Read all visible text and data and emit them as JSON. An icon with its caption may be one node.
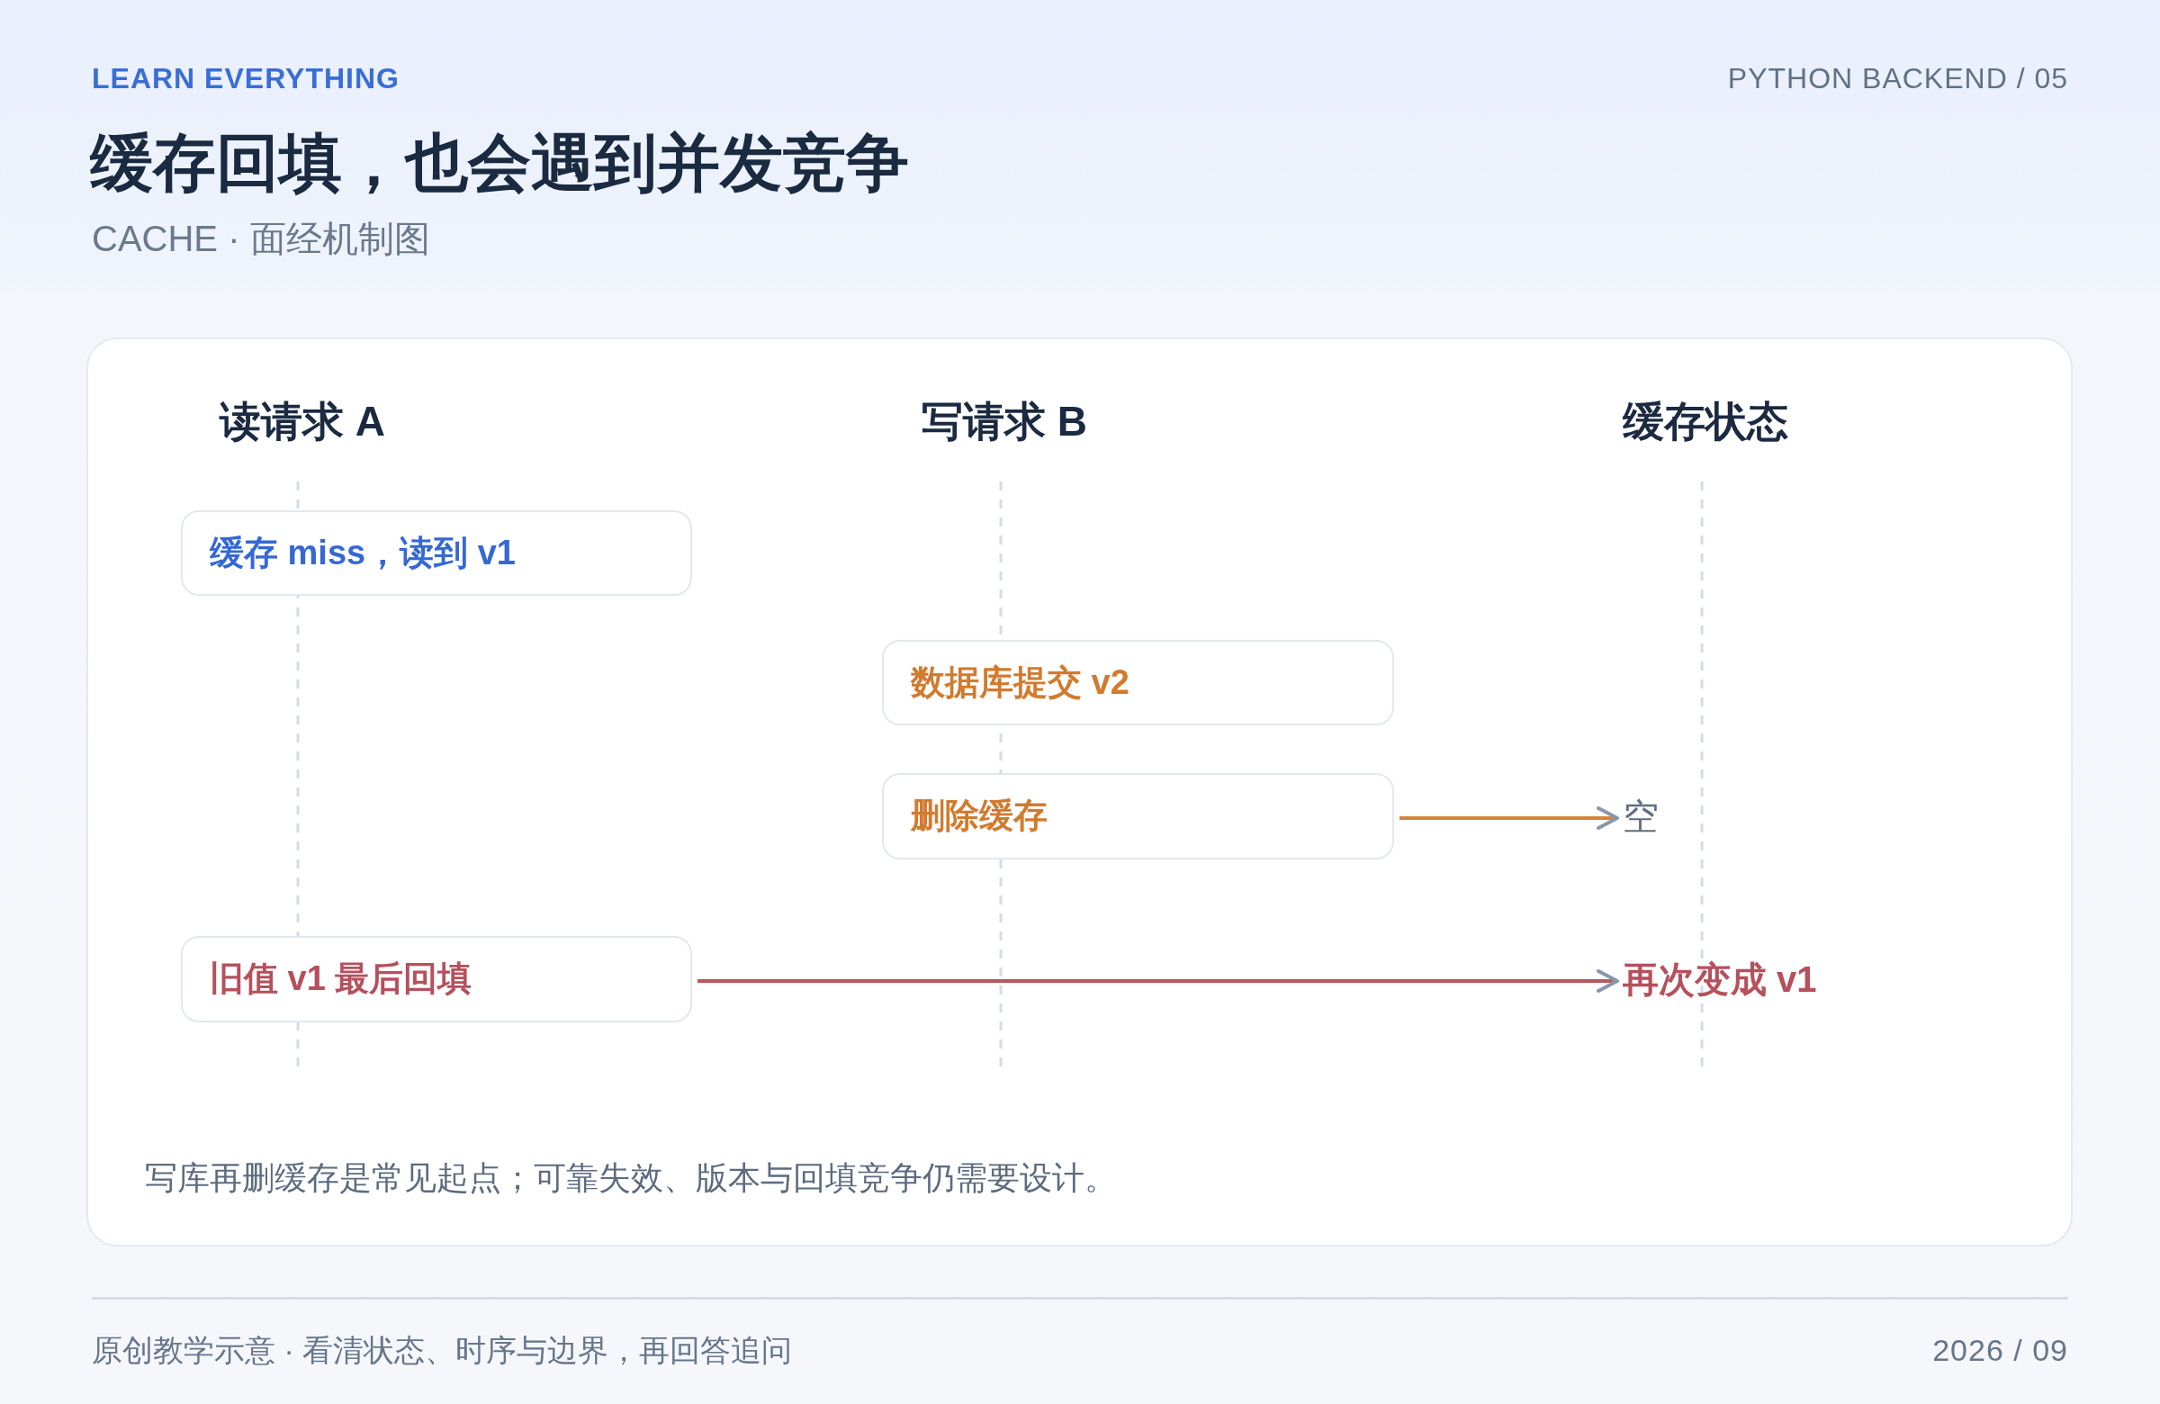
{
  "diagram": {
    "title": "缓存回填，也会遇到并发竞争",
    "nodes": [
      {
        "text": [
          "缓存 miss，读到 v1"
        ]
      },
      {
        "text": [
          "数据库提交 v2"
        ]
      },
      {
        "text": [
          "删除缓存"
        ]
      },
      {
        "text": [
          "空"
        ]
      },
      {
        "text": [
          "旧值 v1 最后回填"
        ]
      },
      {
        "text": [
          "再次变成 v1"
        ]
      }
    ],
    "edges": [
      {
        "from": 2,
        "to": 3,
        "arrow": "to",
        "color": "#d4843c"
      },
      {
        "from": 4,
        "to": 5,
        "arrow": "to",
        "color": "#b9565f"
      }
    ],
    "labels": [
      "LEARN EVERYTHING",
      "PYTHON BACKEND / 05",
      "CACHE · 面经机制图",
      "读请求 A",
      "写请求 B",
      "缓存状态",
      "写库再删缓存是常见起点；可靠失效、版本与回填竞争仍需要设计。",
      "原创教学示意 · 看清状态、时序与边界，再回答追问",
      "2026 / 09"
    ]
  }
}
